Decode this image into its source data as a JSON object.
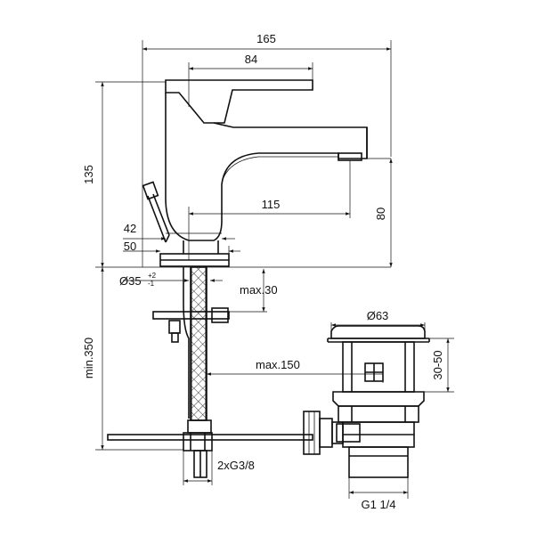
{
  "dimensions": {
    "overall_length": "165",
    "lever_length": "84",
    "height": "135",
    "spout_reach": "115",
    "spout_height": "80",
    "base_inner": "42",
    "base_outer": "50",
    "hole_diameter": "Ø35",
    "hole_tol_plus": "+2",
    "hole_tol_minus": "-1",
    "max_worktop": "max.30",
    "min_length": "min.350",
    "max_hose": "max.150",
    "waste_diameter": "Ø63",
    "waste_range": "30-50",
    "connections": "2xG3/8",
    "waste_thread": "G1 1/4"
  },
  "colors": {
    "line": "#111111",
    "background": "#ffffff"
  }
}
